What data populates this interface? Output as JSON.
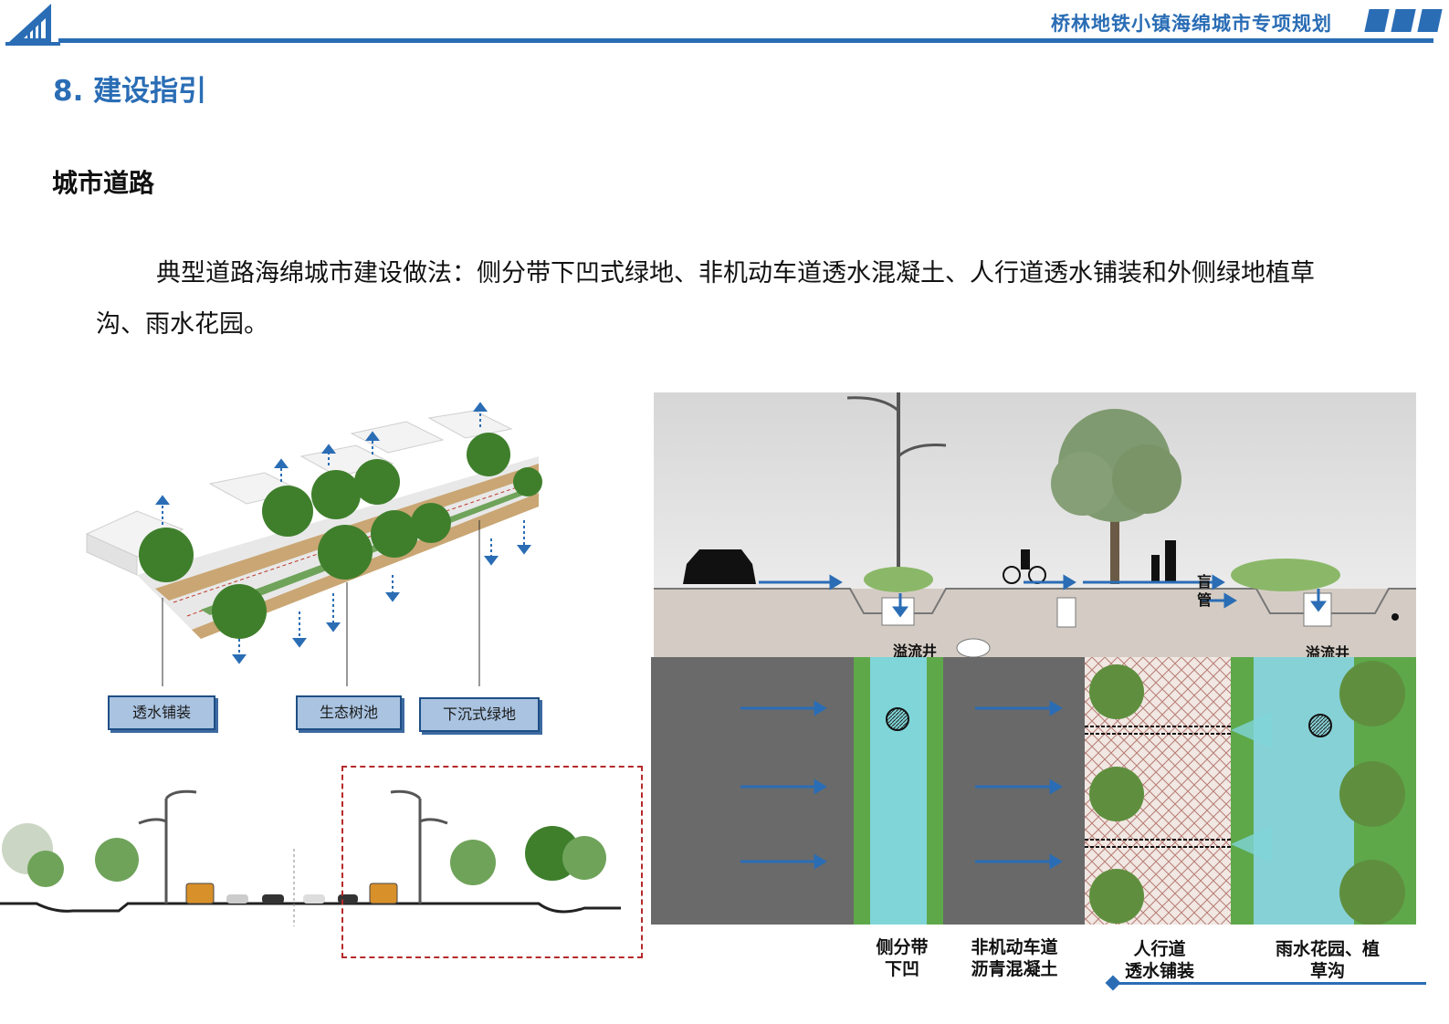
{
  "header": {
    "doc_title": "桥林地铁小镇海绵城市专项规划"
  },
  "section_title": "8. 建设指引",
  "subsection_title": "城市道路",
  "body_text": "典型道路海绵城市建设做法：侧分带下凹式绿地、非机动车道透水混凝土、人行道透水铺装和外侧绿地植草沟、雨水花园。",
  "axonometric": {
    "labels": [
      "透水铺装",
      "生态树池",
      "下沉式绿地"
    ]
  },
  "section_view": {
    "overflow_well_left": "溢流井",
    "overflow_well_right": "溢流井",
    "blind_pipe": "盲管"
  },
  "plan_captions": {
    "c1": "侧分带下凹",
    "c1_line1": "侧分带",
    "c1_line2": "下凹",
    "c2_line1": "非机动车道",
    "c2_line2": "沥青混凝土",
    "c3_line1": "人行道",
    "c3_line2": "透水铺装",
    "c4_line1": "雨水花园、植",
    "c4_line2": "草沟"
  },
  "colors": {
    "brand_blue": "#2a6db5",
    "label_fill": "#a9c3e0",
    "dash_red": "#b52a2a"
  }
}
